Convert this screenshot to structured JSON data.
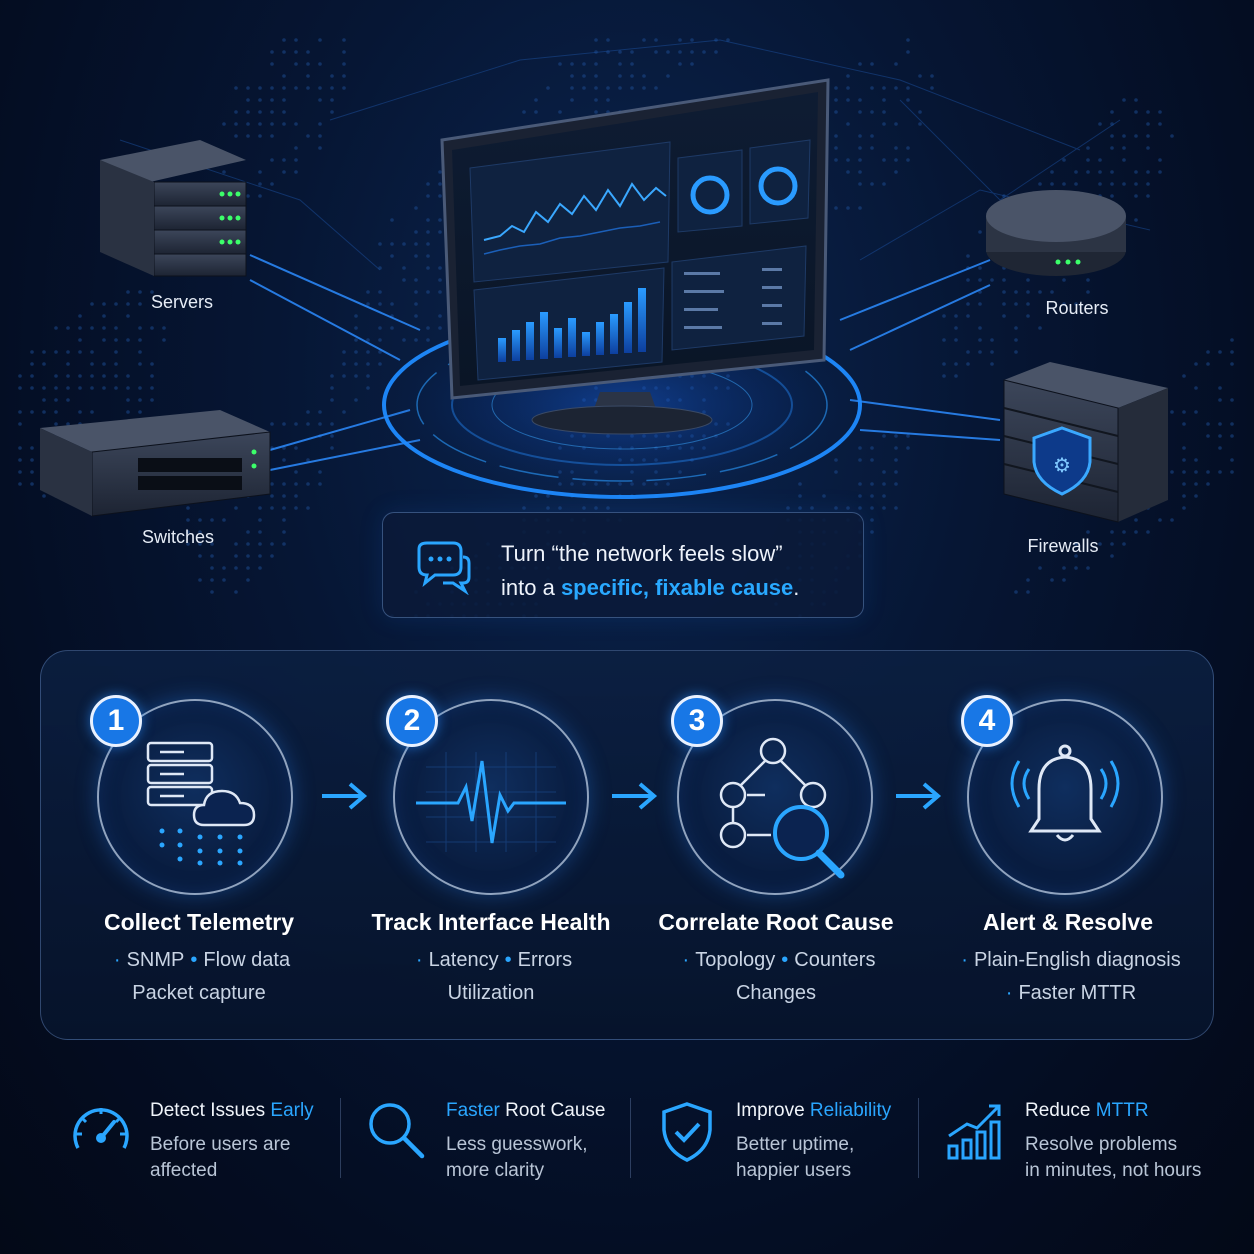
{
  "devices": {
    "servers": "Servers",
    "routers": "Routers",
    "switches": "Switches",
    "firewalls": "Firewalls"
  },
  "callout": {
    "line1": "Turn “the network feels slow”",
    "line2_prefix": "into a ",
    "line2_highlight": "specific, fixable cause",
    "line2_suffix": "."
  },
  "steps": [
    {
      "number": "1",
      "title": "Collect Telemetry",
      "line1": [
        "SNMP",
        "Flow data"
      ],
      "line2": "Packet capture"
    },
    {
      "number": "2",
      "title": "Track Interface Health",
      "line1": [
        "Latency",
        "Errors"
      ],
      "line2": "Utilization"
    },
    {
      "number": "3",
      "title": "Correlate Root Cause",
      "line1": [
        "Topology",
        "Counters"
      ],
      "line2": "Changes"
    },
    {
      "number": "4",
      "title": "Alert & Resolve",
      "line1": [
        "Plain-English diagnosis"
      ],
      "line2": "Faster MTTR"
    }
  ],
  "benefits": [
    {
      "title_plain": "Detect Issues ",
      "title_hl": "Early",
      "hl_first": false,
      "desc1": "Before users are",
      "desc2": "affected",
      "icon": "speedometer-icon"
    },
    {
      "title_plain": " Root Cause",
      "title_hl": "Faster",
      "hl_first": true,
      "desc1": "Less guesswork,",
      "desc2": "more clarity",
      "icon": "magnifier-icon"
    },
    {
      "title_plain": "Improve ",
      "title_hl": "Reliability",
      "hl_first": false,
      "desc1": "Better uptime,",
      "desc2": "happier users",
      "icon": "shield-check-icon"
    },
    {
      "title_plain": "Reduce ",
      "title_hl": "MTTR",
      "hl_first": false,
      "desc1": "Resolve problems",
      "desc2": "in minutes, not hours",
      "icon": "growth-chart-icon"
    }
  ],
  "monitor": {
    "title_a": "Network Performance",
    "title_b": "Network Bandwidth",
    "title_c": "Resources"
  },
  "colors": {
    "accent": "#29a9ff",
    "badge": "#1877e6",
    "background": "#061634"
  }
}
